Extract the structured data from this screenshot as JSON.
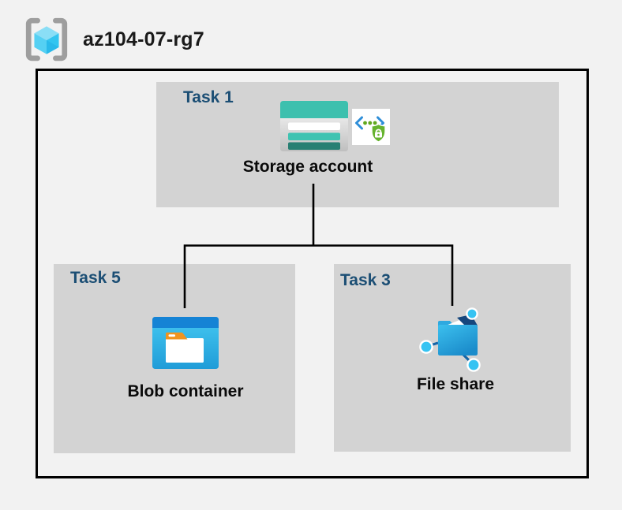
{
  "header": {
    "title": "az104-07-rg7",
    "icon": "azure-resource-group-icon"
  },
  "tasks": {
    "task1": {
      "label": "Task 1",
      "node": "Storage account",
      "icons": [
        "storage-account-icon",
        "sas-shield-icon"
      ]
    },
    "task5": {
      "label": "Task 5",
      "node": "Blob container",
      "icons": [
        "blob-container-icon"
      ]
    },
    "task3": {
      "label": "Task 3",
      "node": "File share",
      "icons": [
        "file-share-icon"
      ]
    }
  },
  "connections": [
    {
      "from": "Storage account",
      "to": "Blob container"
    },
    {
      "from": "Storage account",
      "to": "File share"
    }
  ],
  "colors": {
    "background": "#f2f2f2",
    "task_box_fill": "#d3d3d3",
    "task_label_blue": "#1b4e74",
    "node_label_black": "#0a0a0a",
    "frame_border": "#000000",
    "connector_line": "#000000",
    "storage_teal": "#3dc0ae",
    "storage_dark_teal": "#287f73",
    "blob_header_blue": "#1583d5",
    "azure_cyan": "#35c3f2",
    "bracket_gray": "#9e9e9e",
    "sas_bracket_blue": "#2e8ed8",
    "sas_green": "#66b32e",
    "folder_orange": "#f0941f",
    "fileshare_navy": "#16477d"
  }
}
